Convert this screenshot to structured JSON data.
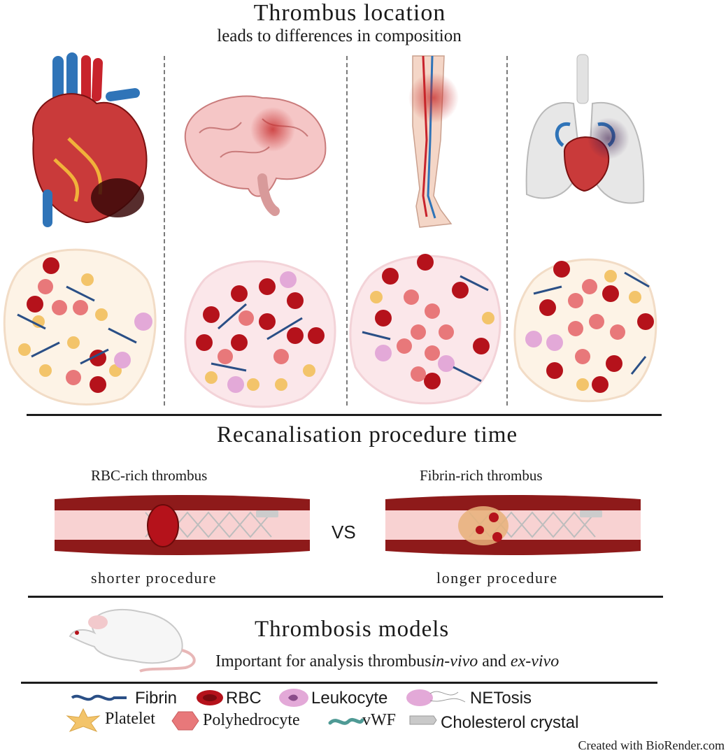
{
  "title": "Thrombus location",
  "subtitle": "leads to differences in composition",
  "locations": [
    {
      "organ": "heart",
      "icon": "heart-icon"
    },
    {
      "organ": "brain",
      "icon": "brain-icon"
    },
    {
      "organ": "leg",
      "icon": "leg-veins-icon"
    },
    {
      "organ": "lungs",
      "icon": "lungs-heart-icon"
    }
  ],
  "section2": {
    "title": "Recanalisation procedure time",
    "left_label": "RBC-rich thrombus",
    "right_label": "Fibrin-rich thrombus",
    "vs": "VS",
    "left_outcome": "shorter procedure",
    "right_outcome": "longer procedure"
  },
  "section3": {
    "title": "Thrombosis models",
    "line_prefix": "Important for analysis thrombus",
    "in_vivo": "in-vivo",
    "and": " and ",
    "ex_vivo": "ex-vivo"
  },
  "legend": {
    "fibrin": "Fibrin",
    "rbc": "RBC",
    "leukocyte": "Leukocyte",
    "netosis": "NETosis",
    "platelet": "Platelet",
    "polyhedrocyte": "Polyhedrocyte",
    "vwf": "vWF",
    "cholesterol": "Cholesterol crystal"
  },
  "colors": {
    "rbc": "#b5121b",
    "polyhedrocyte": "#e8787a",
    "platelet": "#f3c46a",
    "fibrin": "#2a4f86",
    "leukocyte": "#e3a9d8",
    "vwf": "#4f9a95",
    "vessel": "#8e1a1a"
  },
  "credit": "Created with BioRender.com"
}
